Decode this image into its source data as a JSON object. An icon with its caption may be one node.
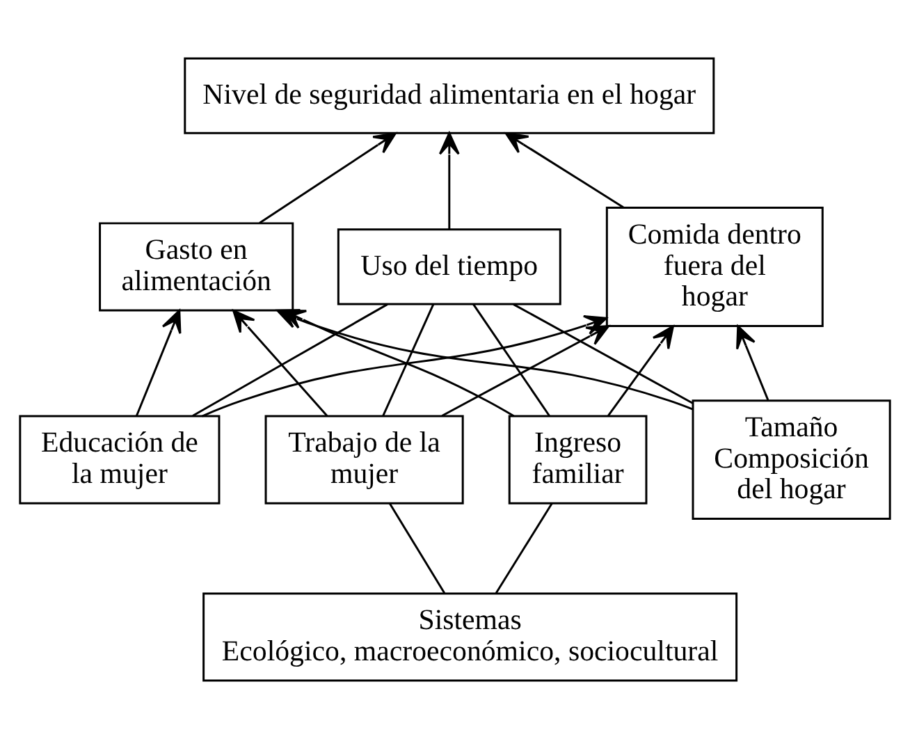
{
  "diagram": {
    "nodes": [
      {
        "text": [
          "Nivel de seguridad alimentaria en el hogar"
        ]
      },
      {
        "text": [
          "Gasto en alimentación"
        ]
      },
      {
        "text": [
          "Uso del tiempo"
        ]
      },
      {
        "text": [
          "Comida dentro fuera del hogar"
        ]
      },
      {
        "text": [
          "Ingreso familiar"
        ]
      },
      {
        "text": [
          "Tamaño Composición del hogar"
        ]
      },
      {
        "text": [
          "Educación de la mujer"
        ]
      },
      {
        "text": [
          "Trabajo de la mujer"
        ]
      },
      {
        "text": [
          "Sistemas",
          "Ecológico, macroeconómico, sociocultural"
        ]
      }
    ],
    "edges": [
      {
        "from": 1,
        "to": 0,
        "arrow": "to"
      },
      {
        "from": 2,
        "to": 0,
        "arrow": "to"
      },
      {
        "from": 3,
        "to": 0,
        "arrow": "to"
      },
      {
        "from": 4,
        "to": 1,
        "arrow": "to"
      },
      {
        "from": 4,
        "to": 2,
        "arrow": "none"
      },
      {
        "from": 4,
        "to": 3,
        "arrow": "to"
      },
      {
        "from": 5,
        "to": 1,
        "arrow": "to"
      },
      {
        "from": 5,
        "to": 2,
        "arrow": "none"
      },
      {
        "from": 5,
        "to": 3,
        "arrow": "to"
      },
      {
        "from": 6,
        "to": 1,
        "arrow": "to"
      },
      {
        "from": 6,
        "to": 2,
        "arrow": "none"
      },
      {
        "from": 6,
        "to": 3,
        "arrow": "to"
      },
      {
        "from": 7,
        "to": 1,
        "arrow": "to"
      },
      {
        "from": 7,
        "to": 2,
        "arrow": "none"
      },
      {
        "from": 7,
        "to": 3,
        "arrow": "to"
      },
      {
        "from": 8,
        "to": 4,
        "arrow": "none"
      },
      {
        "from": 8,
        "to": 7,
        "arrow": "none"
      }
    ]
  }
}
